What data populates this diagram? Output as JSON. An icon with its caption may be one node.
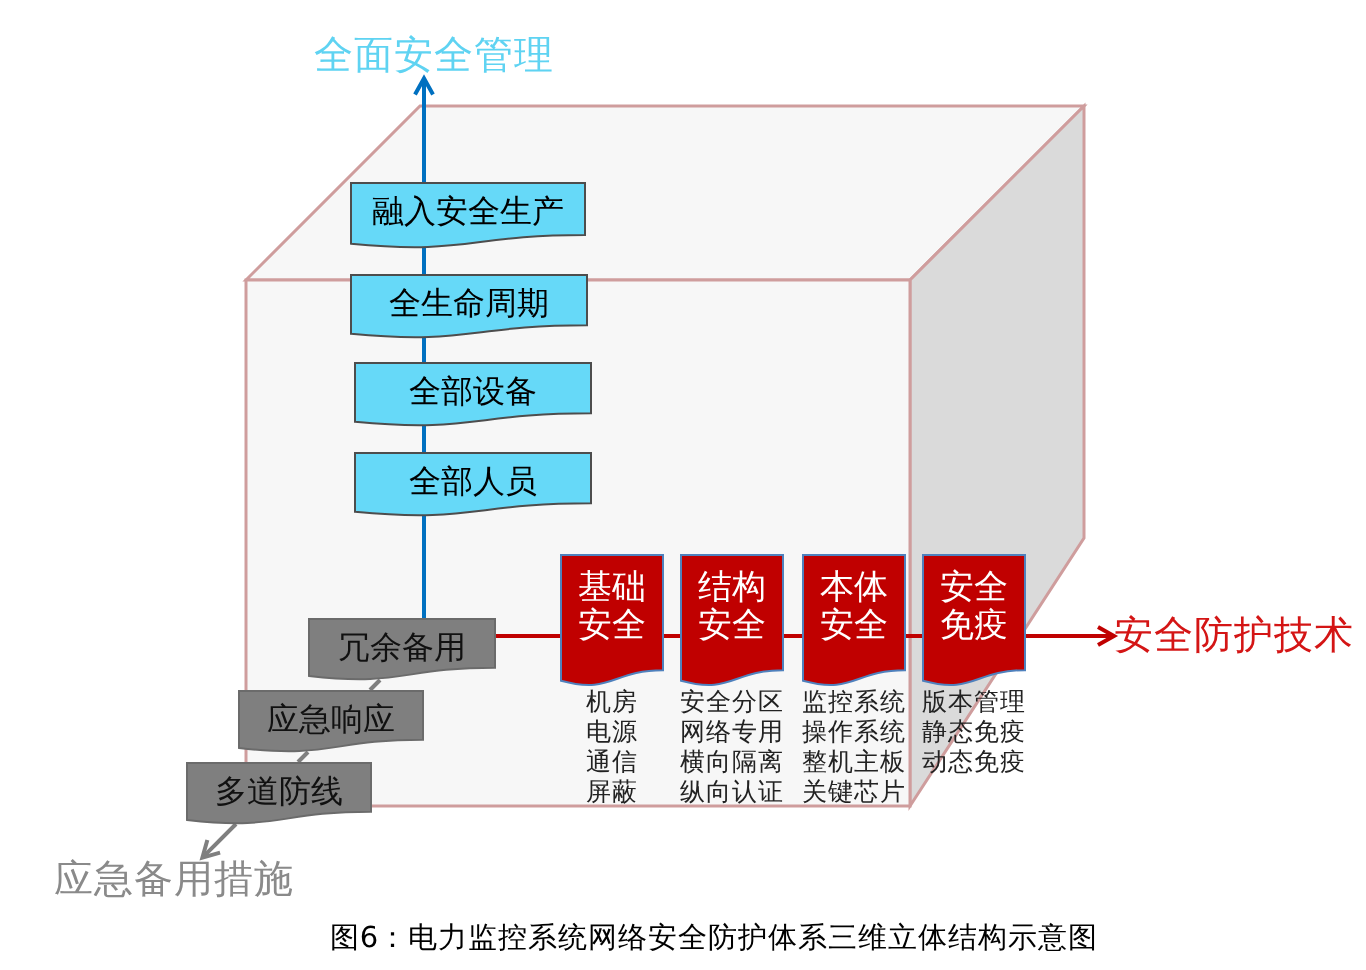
{
  "diagram": {
    "caption": "图6：电力监控系统网络安全防护体系三维立体结构示意图",
    "nodes": [
      {
        "text": [
          "全面安全管理"
        ]
      },
      {
        "text": [
          "融入安全生产"
        ]
      },
      {
        "text": [
          "全生命周期"
        ]
      },
      {
        "text": [
          "全部设备"
        ]
      },
      {
        "text": [
          "全部人员"
        ]
      },
      {
        "text": [
          "基础安全"
        ],
        "beside": [
          "机房",
          "电源",
          "通信",
          "屏蔽"
        ]
      },
      {
        "text": [
          "结构安全"
        ],
        "beside": [
          "安全分区",
          "网络专用",
          "横向隔离",
          "纵向认证"
        ]
      },
      {
        "text": [
          "本体安全"
        ],
        "beside": [
          "监控系统",
          "操作系统",
          "整机主板",
          "关键芯片"
        ]
      },
      {
        "text": [
          "安全免疫"
        ],
        "beside": [
          "版本管理",
          "静态免疫",
          "动态免疫"
        ]
      },
      {
        "text": [
          "安全防护技术"
        ]
      },
      {
        "text": [
          "冗余备用"
        ]
      },
      {
        "text": [
          "应急响应"
        ]
      },
      {
        "text": [
          "多道防线"
        ]
      },
      {
        "text": [
          "应急备用措施"
        ]
      }
    ],
    "edges": [
      {
        "from": 10,
        "to": 4,
        "arrow": "none",
        "color": "#0070c0"
      },
      {
        "from": 4,
        "to": 3,
        "arrow": "none",
        "color": "#0070c0"
      },
      {
        "from": 3,
        "to": 2,
        "arrow": "none",
        "color": "#0070c0"
      },
      {
        "from": 2,
        "to": 1,
        "arrow": "none",
        "color": "#0070c0"
      },
      {
        "from": 1,
        "to": 0,
        "arrow": "to",
        "color": "#0070c0"
      },
      {
        "from": 10,
        "to": 5,
        "arrow": "none",
        "color": "#c00000"
      },
      {
        "from": 5,
        "to": 6,
        "arrow": "none",
        "color": "#c00000"
      },
      {
        "from": 6,
        "to": 7,
        "arrow": "none",
        "color": "#c00000"
      },
      {
        "from": 7,
        "to": 8,
        "arrow": "none",
        "color": "#c00000"
      },
      {
        "from": 8,
        "to": 9,
        "arrow": "to",
        "color": "#c00000"
      },
      {
        "from": 10,
        "to": 11,
        "arrow": "none",
        "color": "#7f7f7f"
      },
      {
        "from": 11,
        "to": 12,
        "arrow": "none",
        "color": "#7f7f7f"
      },
      {
        "from": 12,
        "to": 13,
        "arrow": "to",
        "color": "#7f7f7f"
      }
    ]
  }
}
